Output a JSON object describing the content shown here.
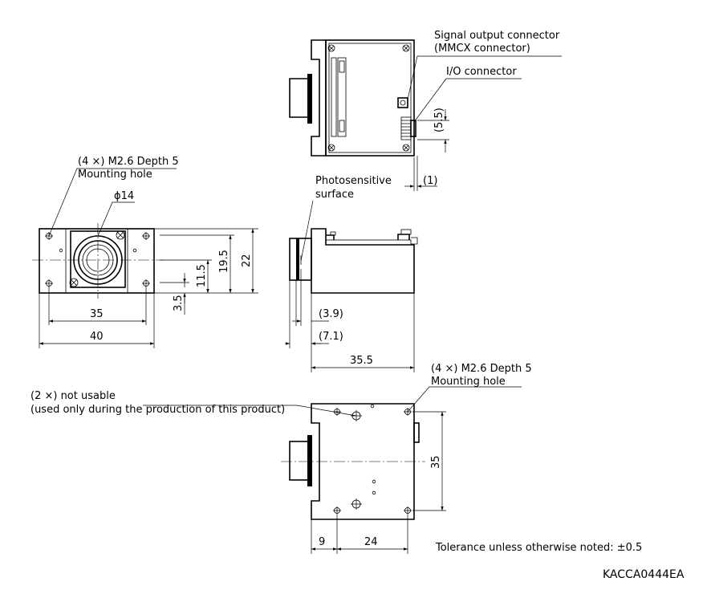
{
  "labels": {
    "signal_output_1": "Signal output connector",
    "signal_output_2": "(MMCX connector)",
    "io_connector": "I/O connector",
    "dim_5_5": "(5.5)",
    "dim_1": "(1)",
    "front_mount_1": "(4 ×) M2.6 Depth 5",
    "front_mount_2": "Mounting hole",
    "phi14": "ϕ14",
    "photosensitive_1": "Photosensitive",
    "photosensitive_2": "surface",
    "dim_22": "22",
    "dim_19_5": "19.5",
    "dim_11_5": "11.5",
    "dim_3_5": "3.5",
    "dim_35_front": "35",
    "dim_40": "40",
    "dim_3_9": "(3.9)",
    "dim_7_1": "(7.1)",
    "dim_35_5": "35.5",
    "bottom_mount_1": "(4 ×) M2.6 Depth 5",
    "bottom_mount_2": "Mounting hole",
    "not_usable_1": "(2 ×) not usable",
    "not_usable_2": "(used only during the production of this product)",
    "dim_35_bottom": "35",
    "dim_9": "9",
    "dim_24": "24",
    "tolerance": "Tolerance unless otherwise noted: ±0.5",
    "drawing_code": "KACCA0444EA"
  }
}
